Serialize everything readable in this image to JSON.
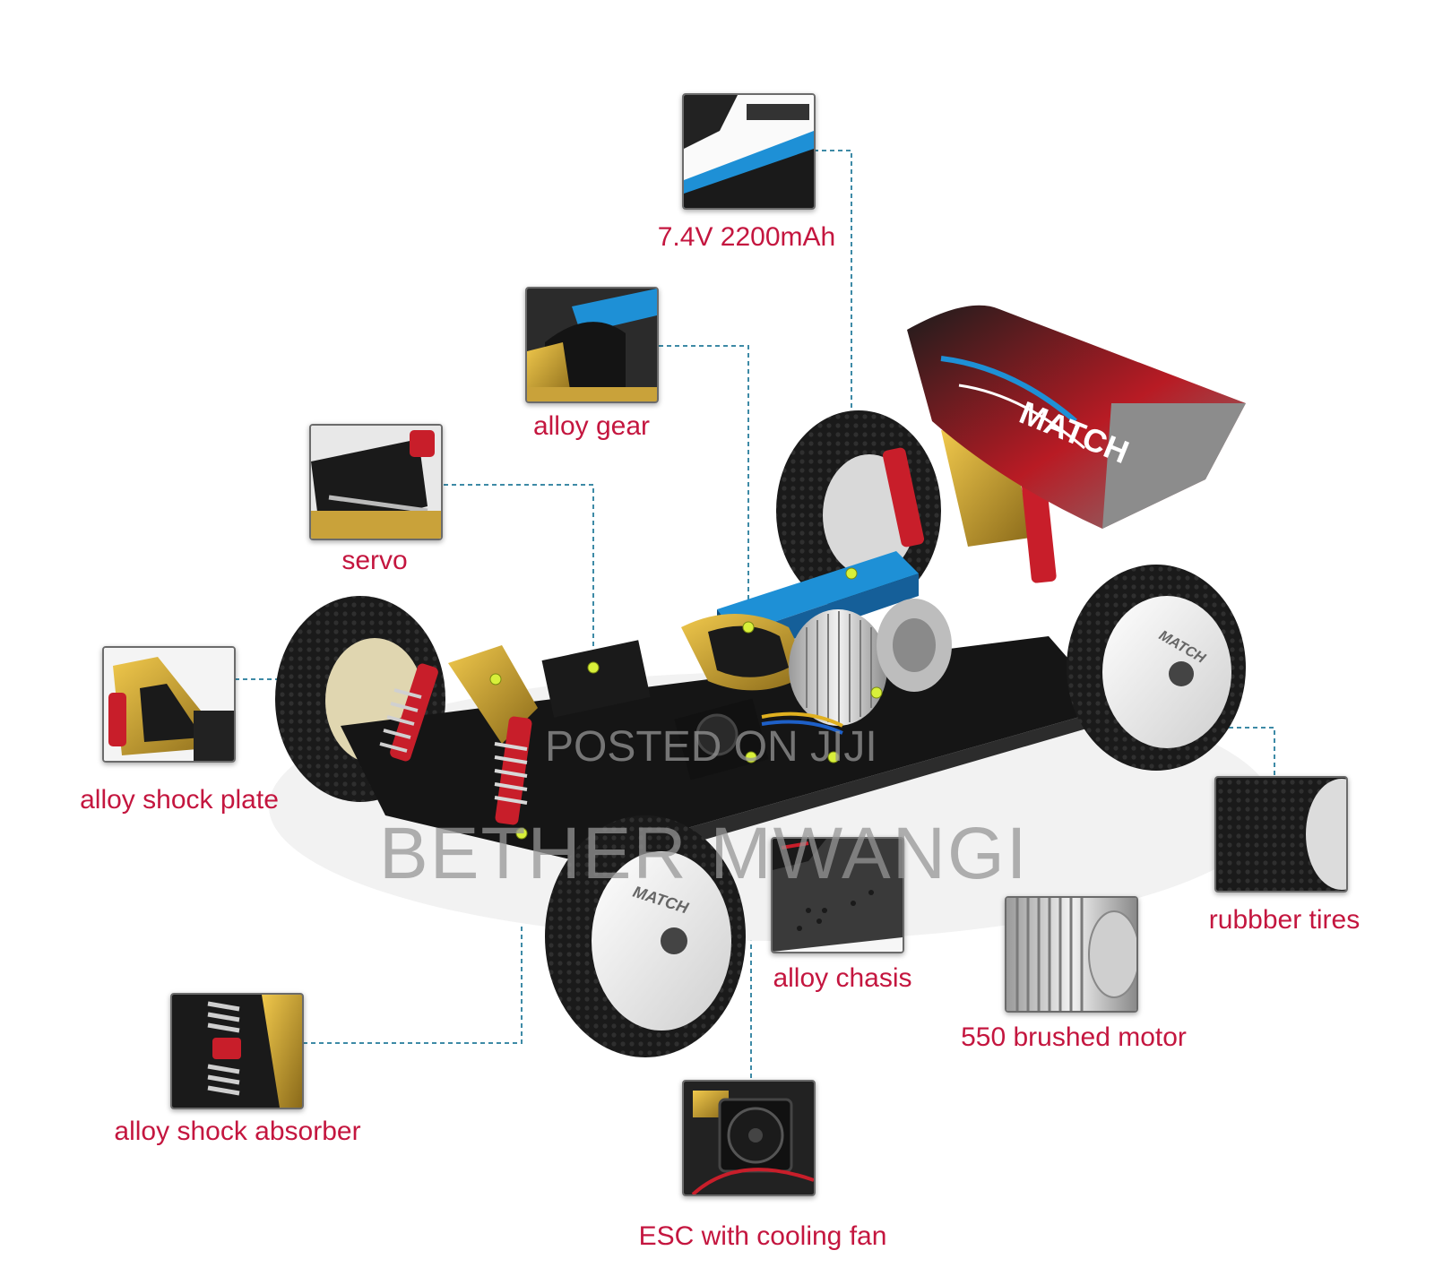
{
  "colors": {
    "label": "#c4163f",
    "leader_line": "#3d8aa6",
    "callout_dot": "#d8f03a",
    "accent_blue": "#1e90d6",
    "accent_red": "#cc1f2a",
    "gold": "#c9a23a"
  },
  "labels": {
    "battery": "7.4V 2200mAh",
    "alloy_gear": "alloy gear",
    "servo": "servo",
    "alloy_shock_plate": "alloy shock plate",
    "alloy_shock_absorber": "alloy shock absorber",
    "esc": "ESC with cooling fan",
    "alloy_chasis": "alloy chasis",
    "motor": "550 brushed motor",
    "tires": "rubbber tires"
  },
  "watermark": {
    "posted": "POSTED ON JIJI",
    "seller": "BETHER MWANGI"
  },
  "vehicle": {
    "wheel_brand": "MATCH",
    "wing_brand": "MATCH"
  }
}
